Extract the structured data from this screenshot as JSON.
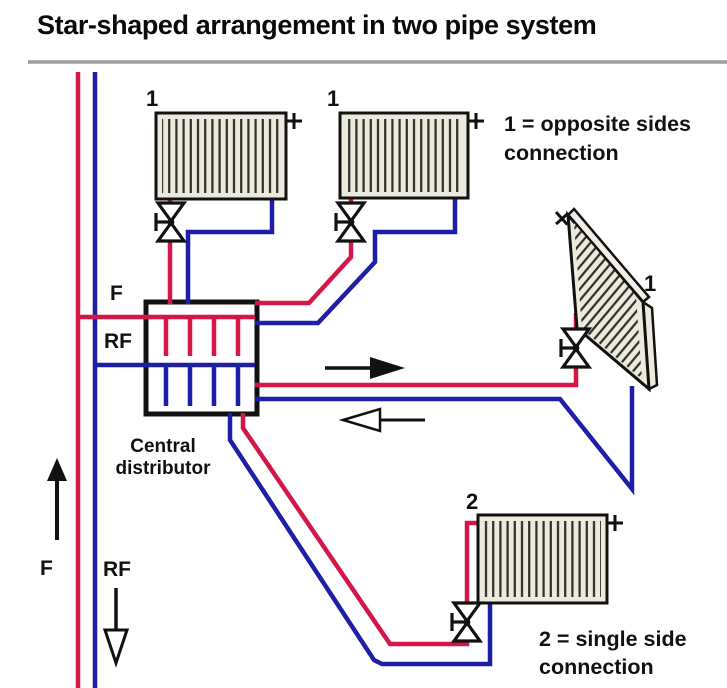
{
  "title": "Star-shaped arrangement in two pipe system",
  "legend": {
    "opposite_line1": "1 = opposite sides",
    "opposite_line2": "connection",
    "single_line1": "2 = single side",
    "single_line2": "connection"
  },
  "labels": {
    "radiator_top_left": "1",
    "radiator_top_right": "1",
    "radiator_right": "1",
    "radiator_bottom": "2",
    "flow_at_distributor": "F",
    "return_at_distributor": "RF",
    "flow_riser": "F",
    "return_riser": "RF",
    "distributor_line1": "Central",
    "distributor_line2": "distributor"
  },
  "colors": {
    "flow_pipe": "#d41749",
    "return_pipe": "#1e1ea8",
    "radiator_fill": "#ece9dd",
    "outline": "#111111",
    "separator": "#9e9e9e"
  }
}
